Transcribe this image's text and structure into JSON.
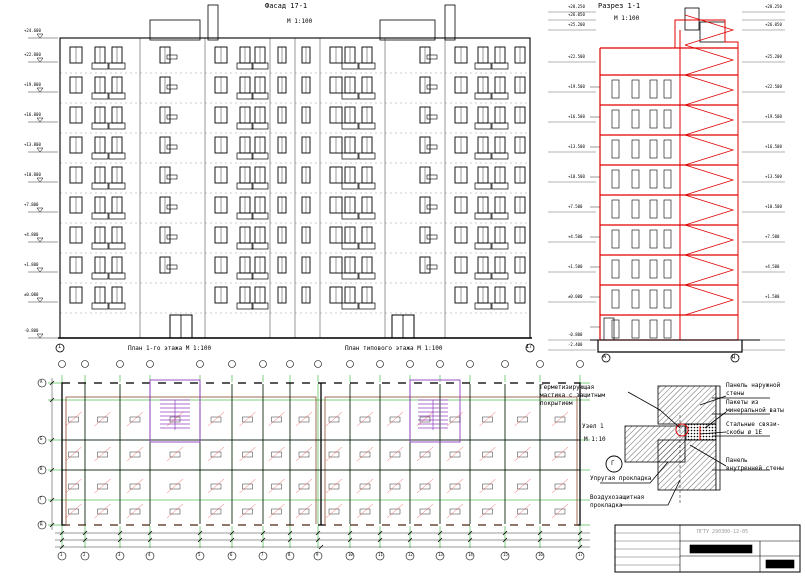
{
  "facade": {
    "title": "Фасад 17-1",
    "scale": "М 1:100",
    "elev_marks": [
      "+24.600",
      "+22.800",
      "+19.800",
      "+16.800",
      "+13.800",
      "+10.800",
      "+7.800",
      "+4.800",
      "+1.800",
      "±0.000",
      "-0.800"
    ],
    "axis_labels": [
      "1",
      "17"
    ]
  },
  "section": {
    "title": "Разрез 1-1",
    "scale": "М 1:100",
    "elev_marks": [
      "+28.250",
      "+26.050",
      "+25.200",
      "+22.500",
      "+19.500",
      "+16.500",
      "+13.500",
      "+10.500",
      "+7.500",
      "+4.500",
      "+1.500",
      "±0.000",
      "-0.800",
      "-2.400"
    ],
    "axis_labels": [
      "А",
      "Д"
    ]
  },
  "plans": {
    "first_floor_title": "План 1-го этажа  М 1:100",
    "typical_floor_title": "План типового этажа  М 1:100",
    "axis_labels_bottom": [
      "1",
      "2",
      "3",
      "4",
      "5",
      "6",
      "7",
      "8",
      "9",
      "10",
      "11",
      "12",
      "13",
      "14",
      "15",
      "16",
      "17"
    ],
    "axis_labels_side": [
      "А",
      "Б",
      "В",
      "Г",
      "Д"
    ]
  },
  "node": {
    "title": "Узел 1",
    "scale": "М 1:10",
    "circle_label": "Г",
    "callouts": {
      "sealant": [
        "Герметизирующая",
        "мастика с защитным",
        "покрытием"
      ],
      "outer_panel": [
        "Панель наружной",
        "стены"
      ],
      "mineral_wool": [
        "Пакеты из",
        "минеральной ваты"
      ],
      "steel_ties": [
        "Стальные связи-",
        "скобы ø 1E"
      ],
      "inner_panel": [
        "Панель",
        "внутренней стены"
      ],
      "elastic_gasket": [
        "Упругая прокладка"
      ],
      "air_gasket": [
        "Воздухозащитная",
        "прокладка"
      ]
    }
  },
  "stamp": {
    "code": "ПГТУ 290300-12-05"
  },
  "colors": {
    "line": "#000000",
    "section_red": "#e00000",
    "grid_green": "#00a000",
    "wall_brown": "#8b4a2a",
    "stair_purple": "#9040c0"
  }
}
